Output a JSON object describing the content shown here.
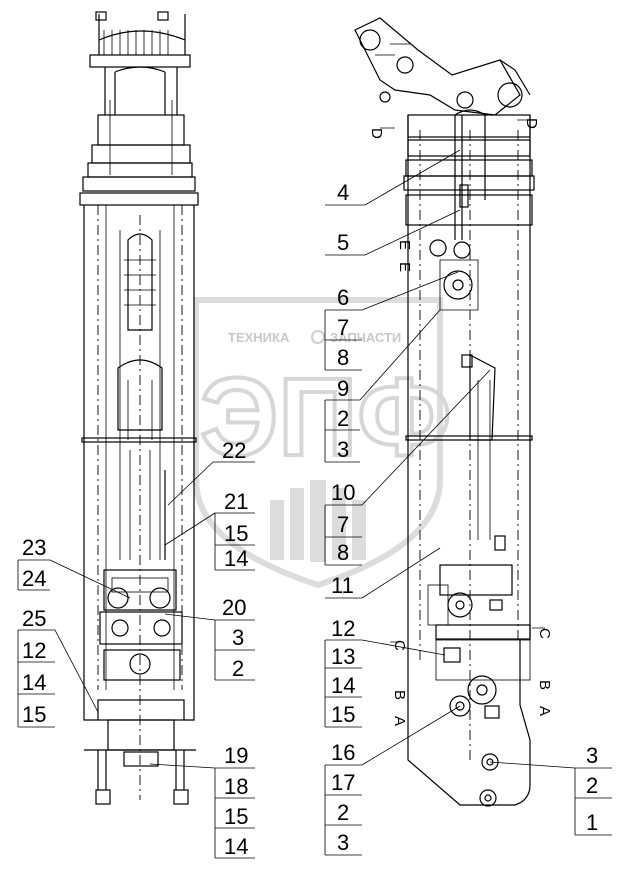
{
  "watermark": {
    "left_text": "ТЕХНИКА",
    "right_text": "ЗАПЧАСТИ",
    "big_text": "ЭПФ"
  },
  "left_view": {
    "labels": {
      "c22": "22",
      "c21a": "21",
      "c21b": "15",
      "c21c": "14",
      "c23a": "23",
      "c23b": "24",
      "c25a": "25",
      "c25b": "12",
      "c25c": "14",
      "c25d": "15",
      "c20a": "20",
      "c20b": "3",
      "c20c": "2",
      "c19a": "19",
      "c19b": "18",
      "c19c": "15",
      "c19d": "14"
    }
  },
  "right_view": {
    "labels": {
      "c4": "4",
      "c5": "5",
      "c6a": "6",
      "c6b": "7",
      "c6c": "8",
      "c9a": "9",
      "c9b": "2",
      "c9c": "3",
      "c10a": "10",
      "c10b": "7",
      "c10c": "8",
      "c11": "11",
      "c12a": "12",
      "c12b": "13",
      "c12c": "14",
      "c12d": "15",
      "c16a": "16",
      "c16b": "17",
      "c16c": "2",
      "c16d": "3",
      "c3a": "3",
      "c3b": "2",
      "c3c": "1"
    },
    "section_marks": {
      "d_left": "D",
      "d_right": "D",
      "c_left": "C",
      "c_right": "C",
      "b_left": "B",
      "b_right": "B",
      "a_left": "A",
      "a_right": "A",
      "e_left": "E",
      "e_right": "E"
    }
  }
}
